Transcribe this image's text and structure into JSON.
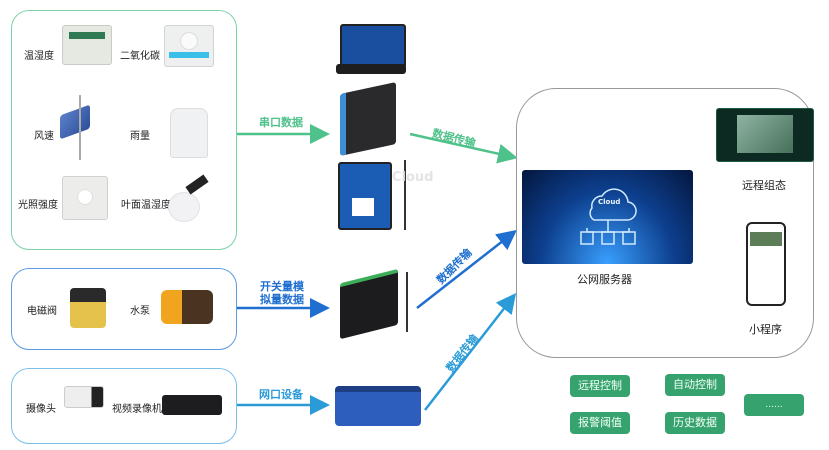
{
  "colors": {
    "green": "#4fc18a",
    "blue": "#1f6fd1",
    "lightblue": "#2b9bd8",
    "tag_green": "#36a36e"
  },
  "sensors": {
    "items": [
      {
        "label": "温湿度"
      },
      {
        "label": "二氧化碳"
      },
      {
        "label": "风速"
      },
      {
        "label": "雨量"
      },
      {
        "label": "光照强度"
      },
      {
        "label": "叶面温湿度"
      }
    ]
  },
  "actuators": {
    "items": [
      {
        "label": "电磁阀"
      },
      {
        "label": "水泵"
      }
    ]
  },
  "video": {
    "items": [
      {
        "label": "摄像头"
      },
      {
        "label": "视频录像机"
      }
    ]
  },
  "flows": {
    "serial": "串口数据",
    "switch_line1": "开关量模",
    "switch_line2": "拟量数据",
    "network": "网口设备",
    "transfer1": "数据传输",
    "transfer2": "数据传输",
    "transfer3": "数据传输"
  },
  "devices": {
    "watermark": "Cloud",
    "cloud_text": "Cloud"
  },
  "server": {
    "label": "公网服务器",
    "outputs": [
      {
        "label": "远程组态"
      },
      {
        "label": "小程序"
      }
    ]
  },
  "features": [
    {
      "label": "远程控制"
    },
    {
      "label": "自动控制"
    },
    {
      "label": "报警阈值"
    },
    {
      "label": "历史数据"
    },
    {
      "label": "......"
    }
  ]
}
